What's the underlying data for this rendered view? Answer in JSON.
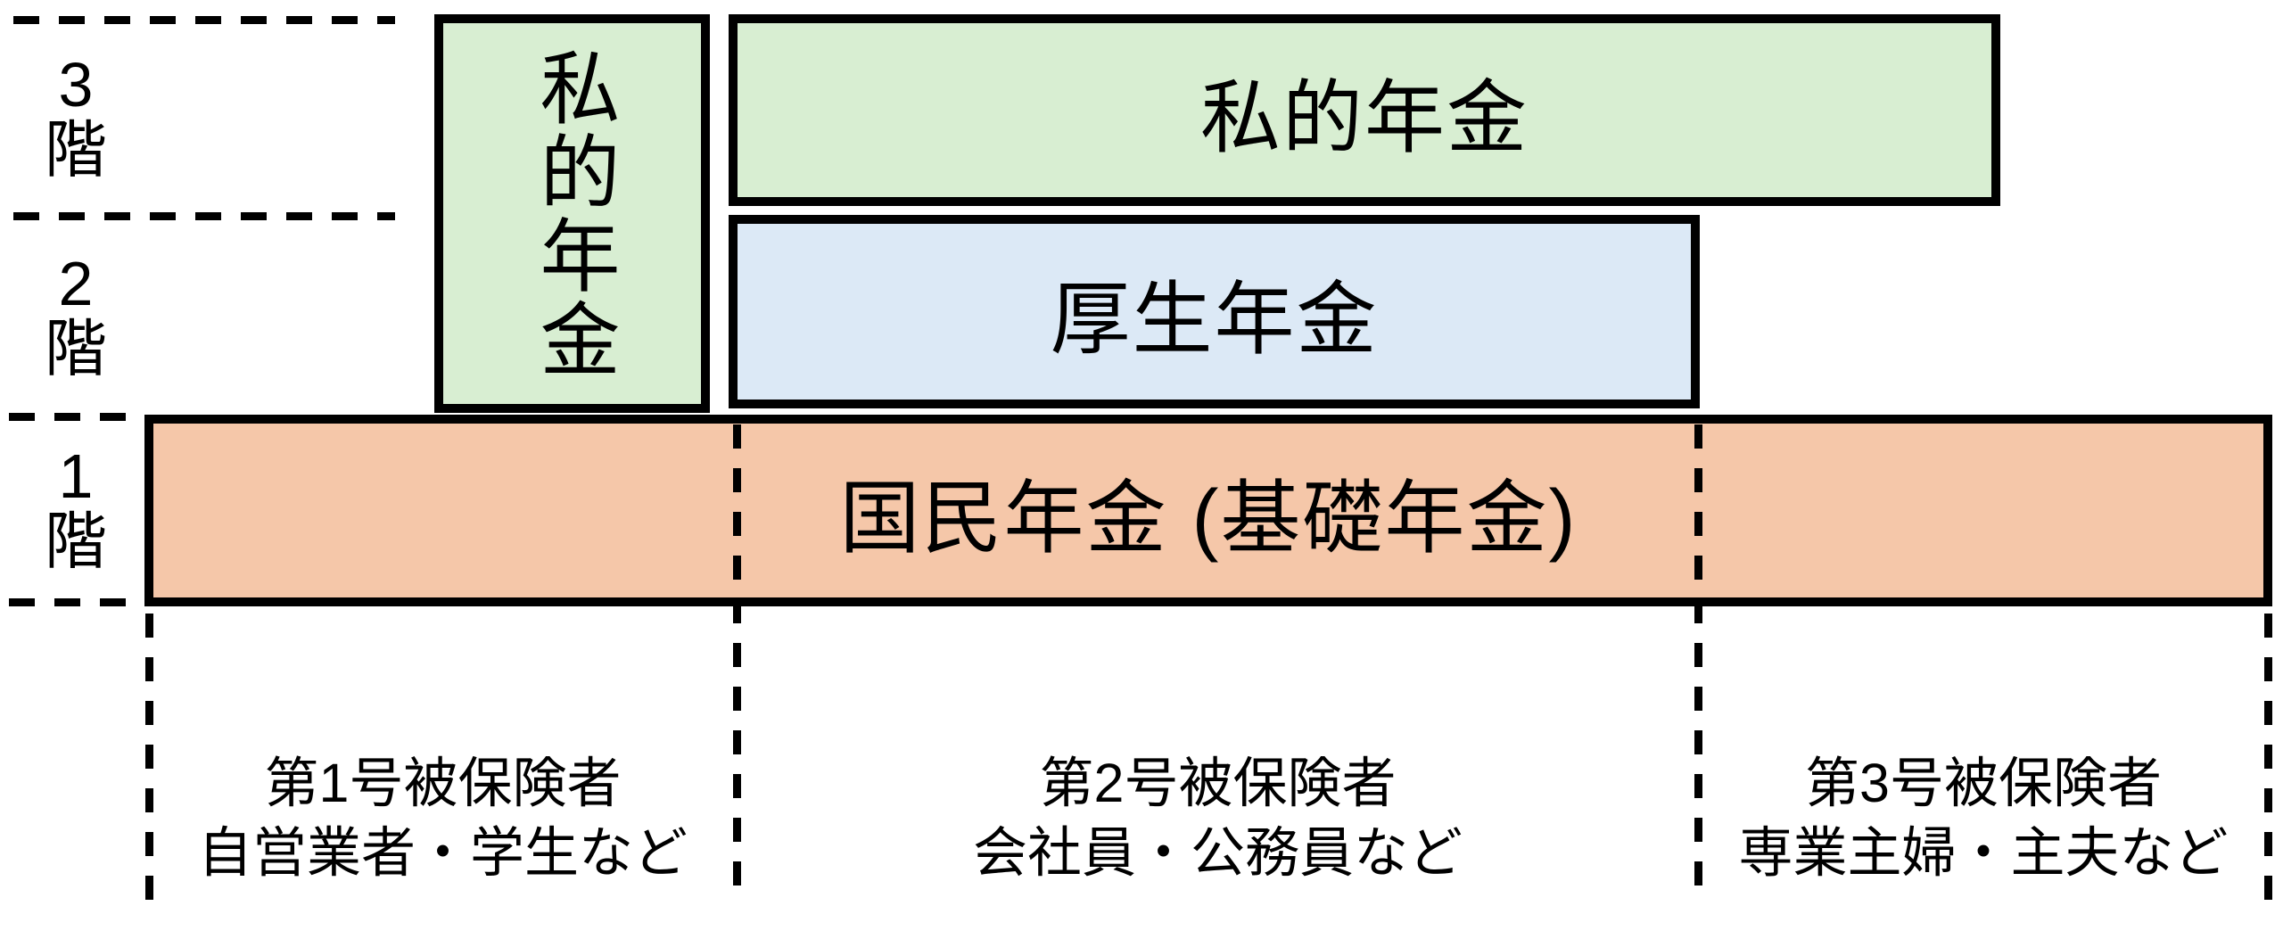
{
  "diagram": {
    "type": "japanese-pension-system-tiers",
    "colors": {
      "private_pension_fill": "#d8eed2",
      "kosei_pension_fill": "#dce9f6",
      "kokumin_pension_fill": "#f5c7a9",
      "line_color": "#000000",
      "background": "#ffffff"
    }
  },
  "floors": [
    {
      "number": "3",
      "suffix": "階"
    },
    {
      "number": "2",
      "suffix": "階"
    },
    {
      "number": "1",
      "suffix": "階"
    }
  ],
  "boxes": {
    "private_vertical": {
      "label": "私的年金"
    },
    "private_horizontal": {
      "label": "私的年金"
    },
    "kosei": {
      "label": "厚生年金"
    },
    "kokumin": {
      "label": "国民年金 (基礎年金)"
    }
  },
  "categories": [
    {
      "title": "第1号被保険者",
      "subtitle": "自営業者・学生など"
    },
    {
      "title": "第2号被保険者",
      "subtitle": "会社員・公務員など"
    },
    {
      "title": "第3号被保険者",
      "subtitle": "専業主婦・主夫など"
    }
  ]
}
